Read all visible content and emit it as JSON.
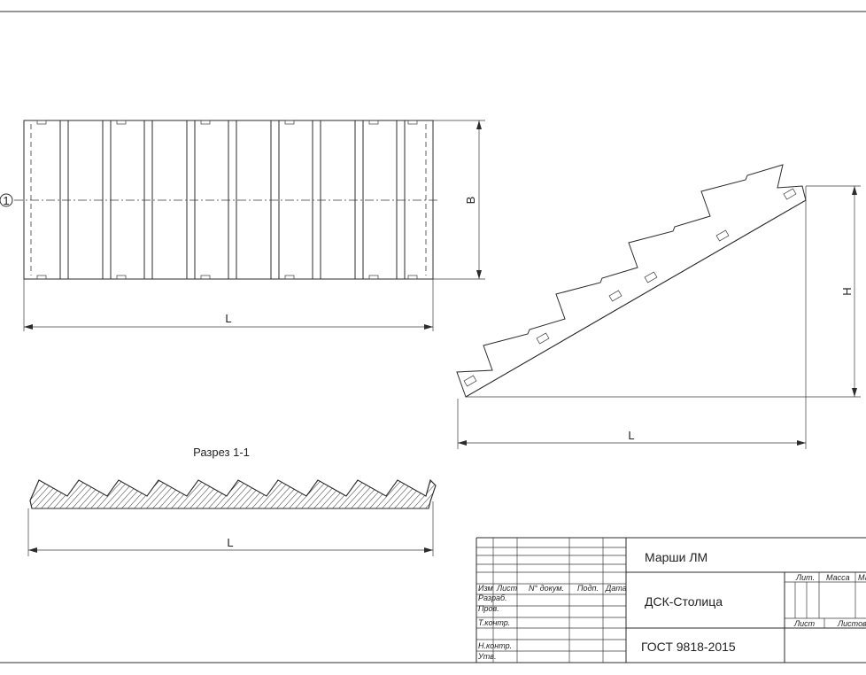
{
  "plan_view": {
    "dim_length": "L",
    "dim_width": "B",
    "section_marker": "1"
  },
  "side_view": {
    "dim_length": "L",
    "dim_height": "H"
  },
  "section": {
    "title": "Разрез 1-1",
    "dim_length": "L"
  },
  "title_block": {
    "name": "Марши ЛМ",
    "organization": "ДСК-Столица",
    "standard": "ГОСТ 9818-2015",
    "col_headers": [
      "Изм",
      "Лист",
      "N° докум.",
      "Подп.",
      "Дата"
    ],
    "row_labels": [
      "Разраб.",
      "Пров.",
      "Т.контр.",
      "Н.контр.",
      "Утв."
    ],
    "lit": "Лит.",
    "mass": "Масса",
    "scale": "Ма",
    "sheet": "Лист",
    "sheets": "Листов"
  }
}
